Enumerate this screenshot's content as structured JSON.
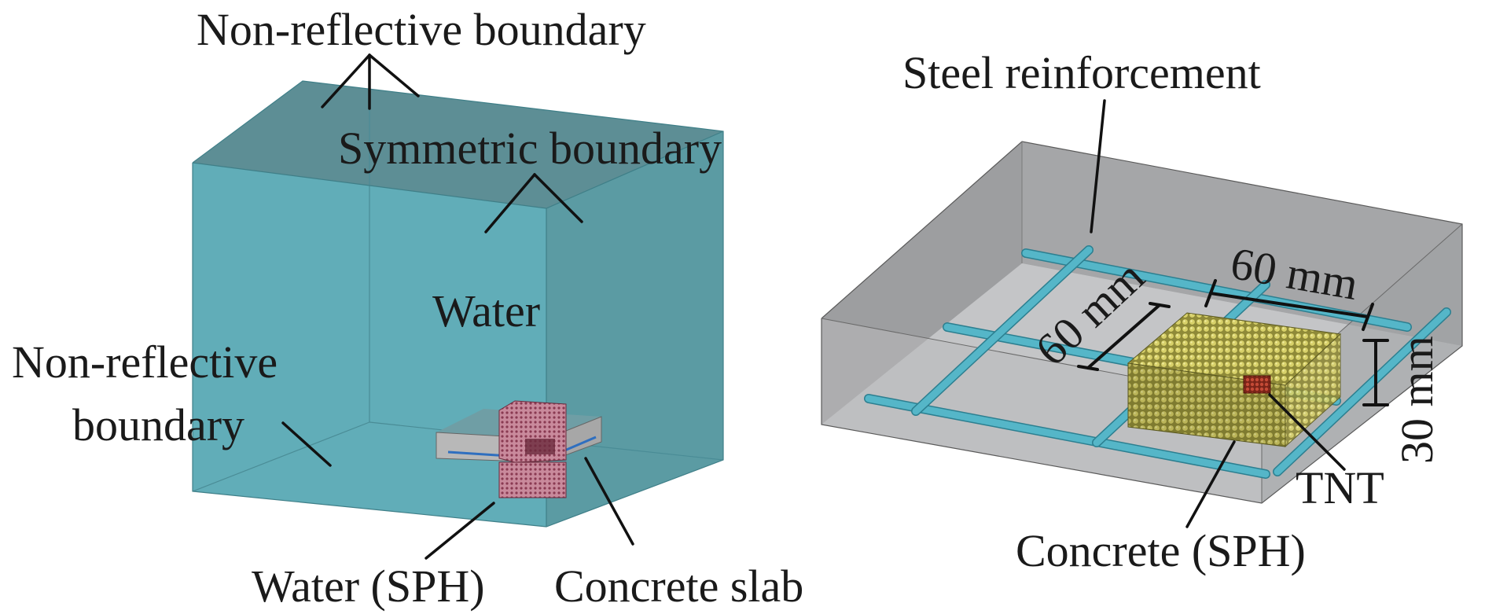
{
  "left_panel": {
    "labels": {
      "nonreflective_top": "Non-reflective boundary",
      "symmetric": "Symmetric boundary",
      "water": "Water",
      "nonreflective_left_line1": "Non-reflective",
      "nonreflective_left_line2": "boundary",
      "water_sph": "Water (SPH)",
      "concrete_slab": "Concrete slab"
    },
    "colors": {
      "water_domain": "#5aa6b1",
      "slab": "#b3b3b3",
      "sph_particles": "#a0526a",
      "rebar_line": "#2f6fbf"
    }
  },
  "right_panel": {
    "labels": {
      "steel_reinforcement": "Steel reinforcement",
      "dim_60_horizontal": "60 mm",
      "dim_60_diagonal": "60 mm",
      "dim_30": "30 mm",
      "tnt": "TNT",
      "concrete_sph": "Concrete (SPH)"
    },
    "colors": {
      "slab": "#a8a9ab",
      "rebar": "#4fb3c6",
      "sph_particles": "#b9b24a",
      "tnt": "#a33a2a"
    }
  }
}
